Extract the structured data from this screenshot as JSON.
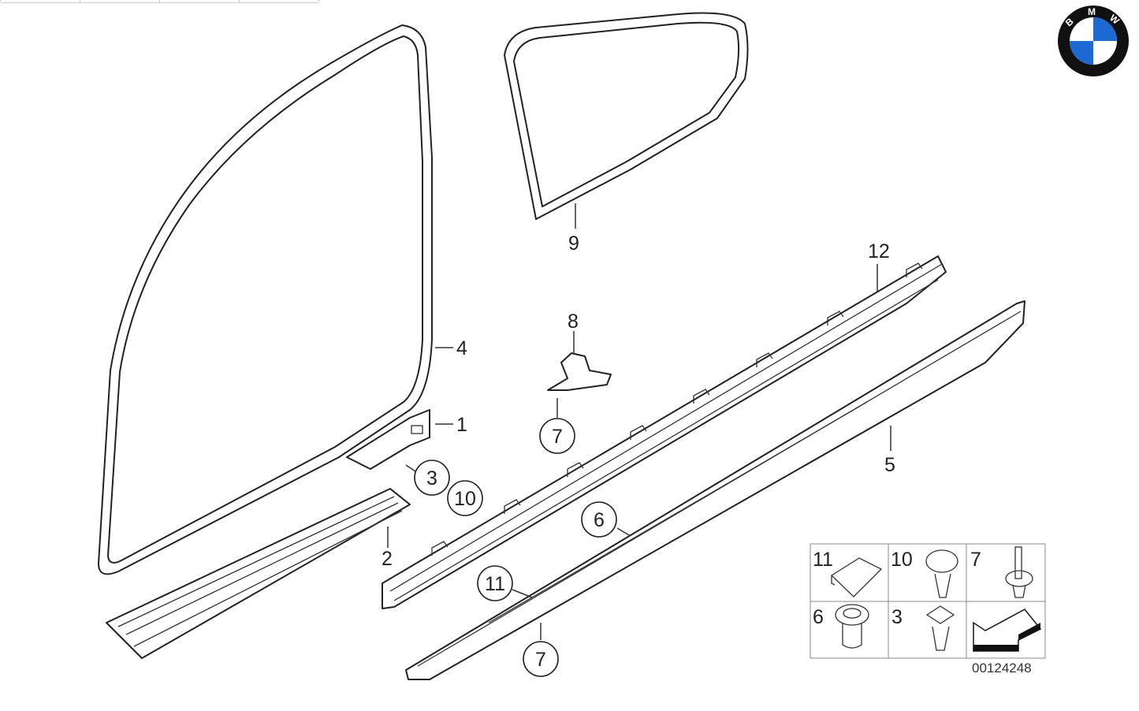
{
  "diagram": {
    "callouts": {
      "c1": "1",
      "c2": "2",
      "c3": "3",
      "c4": "4",
      "c5": "5",
      "c6": "6",
      "c7a": "7",
      "c7b": "7",
      "c8": "8",
      "c9": "9",
      "c10": "10",
      "c11": "11",
      "c12": "12"
    },
    "legend": {
      "cells": [
        "11",
        "10",
        "7",
        "6",
        "3"
      ],
      "diagram_number": "00124248"
    },
    "logo": {
      "text": "BMW",
      "colors": {
        "blue": "#1c69d4",
        "black": "#111111"
      }
    }
  }
}
